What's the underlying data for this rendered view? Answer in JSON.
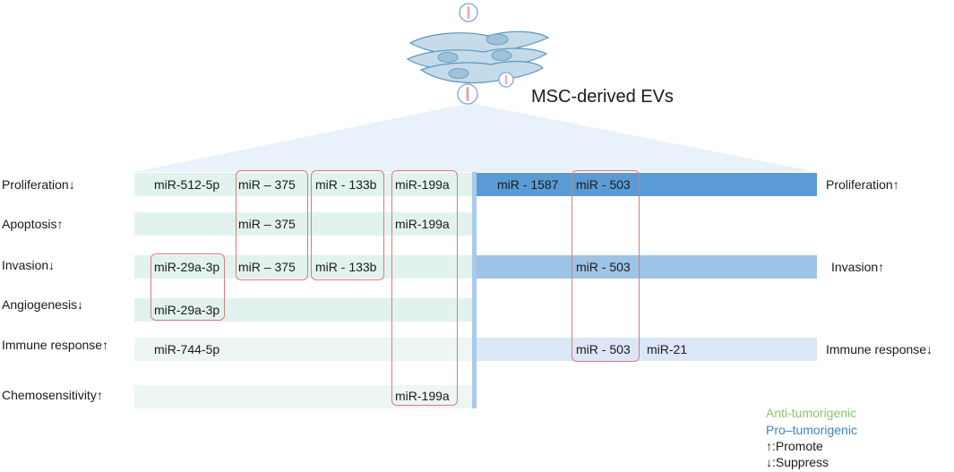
{
  "title": "MSC-derived EVs",
  "colors": {
    "anti_band": "#e2f3ef",
    "pro_dark": "#5b9bd5",
    "pro_mid": "#9dc3e6",
    "pro_light": "#dbe7f6",
    "divider": "#a9cbea",
    "highlight": "#e07a76",
    "anti_text": "#8cc66c",
    "pro_text": "#3d85c6",
    "cell_fill": "#c5dbe9",
    "cell_stroke": "#5a95c2",
    "fan": "#e9f1fa"
  },
  "left_labels": {
    "proliferation": "Proliferation↓",
    "apoptosis": "Apoptosis↑",
    "invasion": "Invasion↓",
    "angiogenesis": "Angiogenesis↓",
    "immune": "Immune response↑",
    "chemo": "Chemosensitivity↑"
  },
  "right_labels": {
    "proliferation": "Proliferation↑",
    "invasion": "Invasion↑",
    "immune": "Immune response↓"
  },
  "mirnas": {
    "prolif_512": "miR-512-5p",
    "prolif_375": "miR – 375",
    "prolif_133b": "miR - 133b",
    "prolif_199a": "miR-199a",
    "apop_375": "miR – 375",
    "apop_199a": "miR-199a",
    "inv_29a": "miR-29a-3p",
    "inv_375": "miR – 375",
    "inv_133b": "miR - 133b",
    "ang_29a": "miR-29a-3p",
    "imm_744": "miR-744-5p",
    "chemo_199a": "miR-199a",
    "r_prolif_1587": "miR - 1587",
    "r_prolif_503": "miR - 503",
    "r_inv_503": "miR - 503",
    "r_imm_503": "miR - 503",
    "r_imm_21": "miR-21"
  },
  "legend": {
    "anti": "Anti-tumorigenic",
    "pro": "Pro–tumorigenic",
    "promote": "↑:Promote",
    "suppress": "↓:Suppress"
  }
}
